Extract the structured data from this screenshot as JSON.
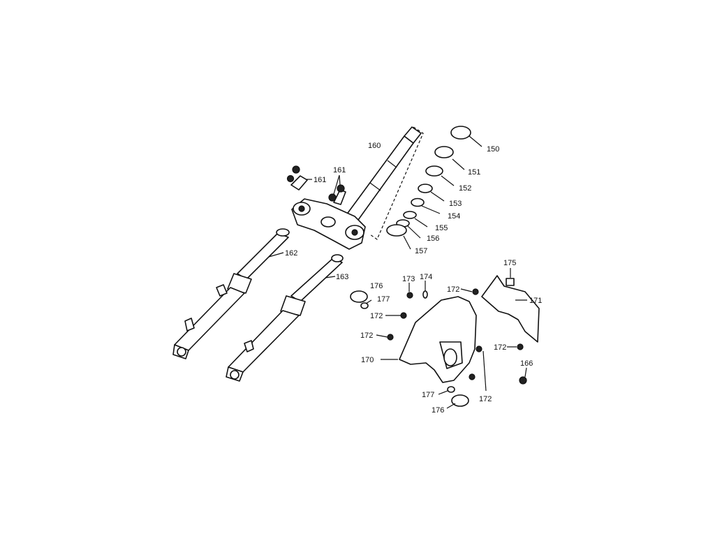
{
  "callouts": {
    "c150": "150",
    "c151": "151",
    "c152": "152",
    "c153": "153",
    "c154": "154",
    "c155": "155",
    "c156": "156",
    "c157": "157",
    "c160": "160",
    "c161a": "161",
    "c161b": "161",
    "c162": "162",
    "c163": "163",
    "c166": "166",
    "c170": "170",
    "c171": "171",
    "c172a": "172",
    "c172b": "172",
    "c172c": "172",
    "c172d": "172",
    "c172e": "172",
    "c173": "173",
    "c174": "174",
    "c175": "175",
    "c176a": "176",
    "c176b": "176",
    "c177a": "177",
    "c177b": "177"
  }
}
